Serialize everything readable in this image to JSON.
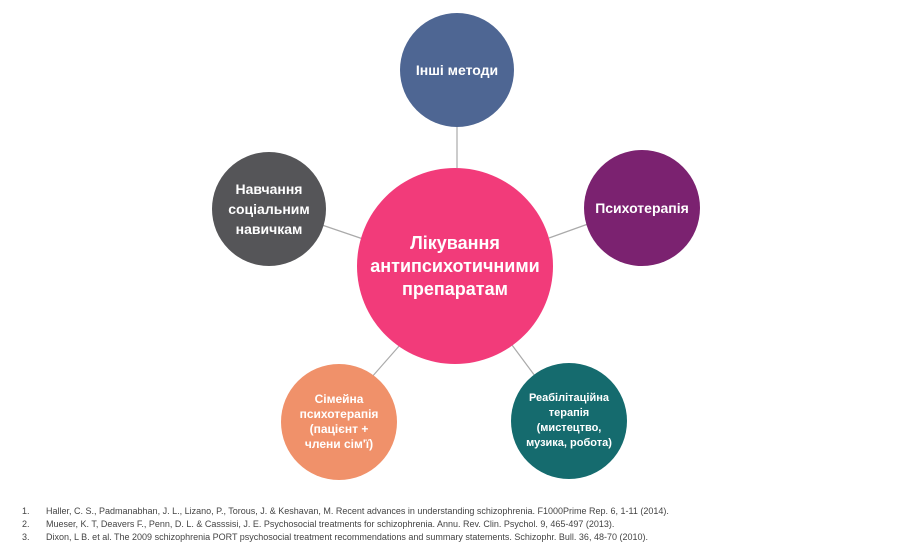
{
  "diagram": {
    "center": {
      "label": "Лікування антипсихотичними препаратам",
      "color": "#f23b7a"
    },
    "nodes": {
      "top": {
        "label": "Інші методи",
        "color": "#4e6693"
      },
      "left": {
        "label": "Навчання соціальним навичкам",
        "color": "#555558"
      },
      "right": {
        "label": "Психотерапія",
        "color": "#7b2270"
      },
      "bottomleft": {
        "label": "Сімейна психотерапія (пацієнт + члени сім'ї)",
        "color": "#f0916a"
      },
      "bottomright": {
        "label": "Реабілітаційна терапія (мистецтво, музика, робота)",
        "color": "#156b6e"
      }
    },
    "connector_color": "#aaaaaa"
  },
  "references": [
    {
      "num": "1.",
      "text": "Haller, C. S., Padmanabhan, J. L., Lizano, P., Torous, J. & Keshavan, M. Recent advances in understanding schizophrenia. F1000Prime Rep. 6, 1-11 (2014)."
    },
    {
      "num": "2.",
      "text": "Mueser, K. T, Deavers F., Penn, D. L. & Casssisi, J. E. Psychosocial treatments for schizophrenia. Annu. Rev. Clin. Psychol. 9, 465-497 (2013)."
    },
    {
      "num": "3.",
      "text": "Dixon, L B. et al. The 2009 schizophrenia PORT psychosocial treatment recommendations and summary statements. Schizophr. Bull. 36, 48-70 (2010)."
    }
  ]
}
